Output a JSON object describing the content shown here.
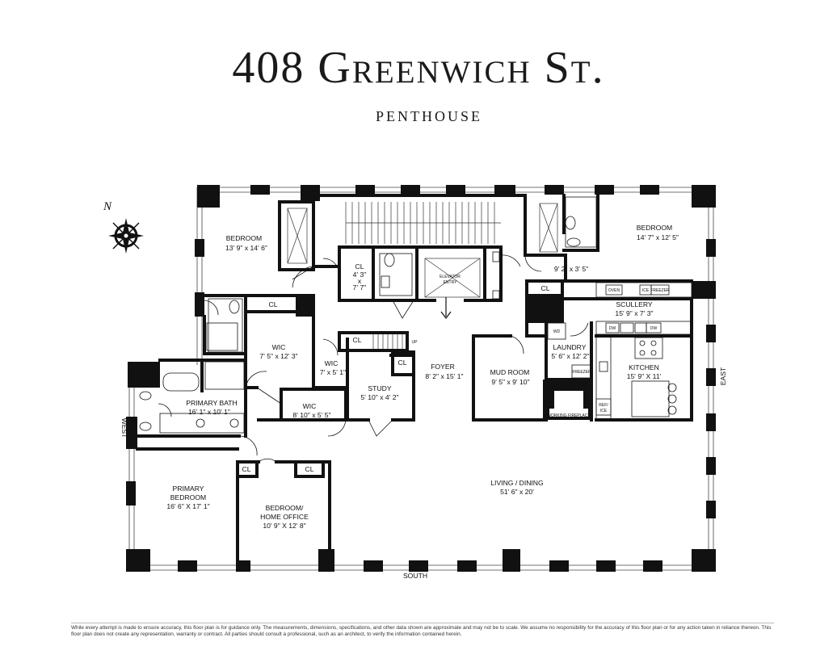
{
  "header": {
    "title": "408 Greenwich St.",
    "subtitle": "PENTHOUSE"
  },
  "compass": {
    "north_label": "N"
  },
  "directions": {
    "south": "SOUTH",
    "east": "EAST",
    "west": "WEST"
  },
  "rooms": [
    {
      "id": "bedroom-nw",
      "name": "BEDROOM",
      "dims": "13' 9\" x 14' 6\""
    },
    {
      "id": "cl-1",
      "name": "CL",
      "dims": "4' 3\"",
      "dims2": "x",
      "dims3": "7' 7\""
    },
    {
      "id": "elevator",
      "name": "ELEVATOR",
      "dims": "ENTRY"
    },
    {
      "id": "small-east",
      "name": "",
      "dims": "9' 2\" x 3' 5\""
    },
    {
      "id": "bedroom-ne",
      "name": "BEDROOM",
      "dims": "14' 7\" x 12' 5\""
    },
    {
      "id": "cl-2",
      "name": "CL",
      "dims": ""
    },
    {
      "id": "cl-3",
      "name": "CL",
      "dims": ""
    },
    {
      "id": "scullery",
      "name": "SCULLERY",
      "dims": "15' 9\" x 7' 3\""
    },
    {
      "id": "wic-1",
      "name": "WIC",
      "dims": "7' 5\" x 12' 3\""
    },
    {
      "id": "cl-4",
      "name": "CL",
      "dims": ""
    },
    {
      "id": "wic-2",
      "name": "WIC",
      "dims": "7' x 5' 1\""
    },
    {
      "id": "cl-5",
      "name": "CL",
      "dims": ""
    },
    {
      "id": "foyer",
      "name": "FOYER",
      "dims": "8' 2\" x 15' 1\""
    },
    {
      "id": "mud-room",
      "name": "MUD ROOM",
      "dims": "9' 5\" x 9' 10\""
    },
    {
      "id": "laundry",
      "name": "LAUNDRY",
      "dims": "5' 6\" x 12' 2\""
    },
    {
      "id": "kitchen",
      "name": "KITCHEN",
      "dims": "15' 9\" X 11'"
    },
    {
      "id": "study",
      "name": "STUDY",
      "dims": "5' 10\" x 4' 2\""
    },
    {
      "id": "primary-bath",
      "name": "PRIMARY BATH",
      "dims": "16' 1\" x 10' 1\""
    },
    {
      "id": "wic-3",
      "name": "WIC",
      "dims": "8' 10\" x 5' 5\""
    },
    {
      "id": "cl-6",
      "name": "CL",
      "dims": ""
    },
    {
      "id": "cl-7",
      "name": "CL",
      "dims": ""
    },
    {
      "id": "primary-bedroom",
      "name": "PRIMARY",
      "dims": "BEDROOM",
      "dims2": "16' 6\" X 17' 1\""
    },
    {
      "id": "bedroom-office",
      "name": "BEDROOM/",
      "dims": "HOME OFFICE",
      "dims2": "10' 9\" X 12' 8\""
    },
    {
      "id": "living-dining",
      "name": "LIVING / DINING",
      "dims": "51' 6\" x 20'"
    }
  ],
  "fixtures": {
    "oven": "OVEN",
    "ice": "ICE",
    "freezer": "FREEZER",
    "dw": "DW",
    "wd": "WD",
    "freezer2": "FREEZER",
    "ref_ice": "REF/",
    "ref_ice2": "ICE",
    "fireplace": "WORKING FIREPLACE",
    "up": "UP"
  },
  "disclaimer": "While every attempt is made to ensure accuracy, this floor plan is for guidance only. The measurements, dimensions, specifications, and other data shown are approximate and may not be to scale.  We assume no responsibility for the accuracy of this floor plan or for any action taken in reliance thereon. This floor plan does not create any representation, warranty or contract. All parties should consult a professional, such as an architect, to verify the information contained herein."
}
